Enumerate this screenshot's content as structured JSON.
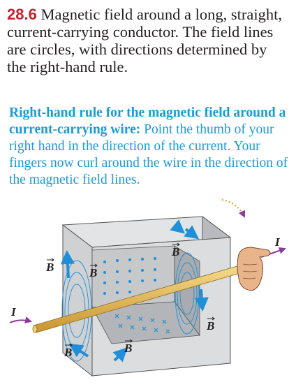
{
  "caption": {
    "number": "28.6",
    "text": "Magnetic field around a long, straight, current-carrying conductor. The field lines are circles, with directions determined by the right-hand rule."
  },
  "rule": {
    "heading": "Right-hand rule for the magnetic field around a current-carrying wire:",
    "body": "Point the thumb of your right hand in the direction of the current. Your fingers now curl around the wire in the direction of the magnetic field lines."
  },
  "figure": {
    "field_symbol": "B",
    "current_symbol": "I",
    "colors": {
      "field": "#1e8fd8",
      "wire": "#e8c15a",
      "arrow": "#8a3a9a",
      "block": "#d4d6d8"
    }
  }
}
